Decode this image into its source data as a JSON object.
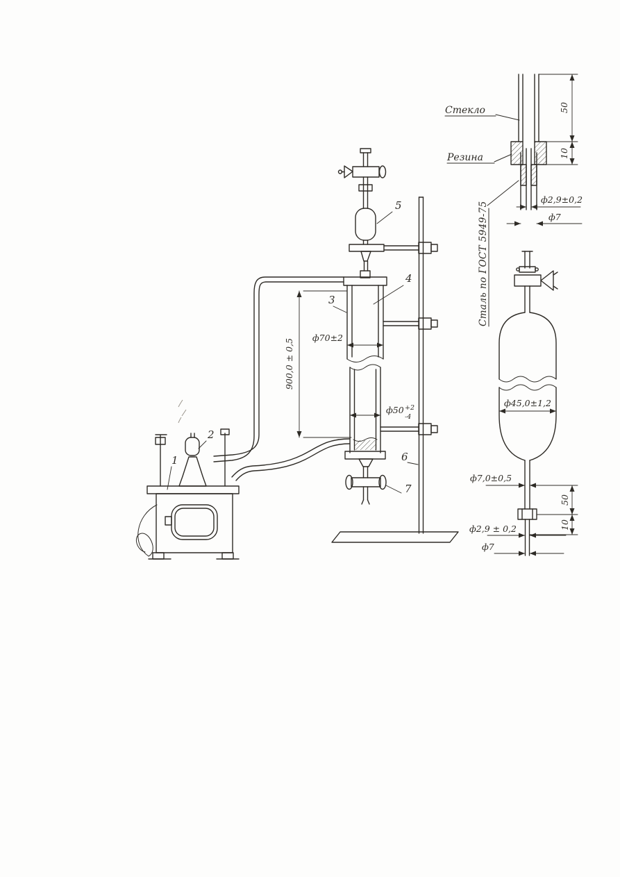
{
  "drawing": {
    "paper_color": "#fdfdfc",
    "ink_color": "#2e2b26"
  },
  "main_view": {
    "part_numbers": {
      "p1": "1",
      "p2": "2",
      "p3": "3",
      "p4": "4",
      "p5": "5",
      "p6": "6",
      "p7": "7"
    },
    "dims": {
      "tube_diameter": "ф70±2",
      "tube_height": "900,0 ± 0,5",
      "lower_tube_diameter": "ф50",
      "lower_tube_tol_plus": "+2",
      "lower_tube_tol_minus": "-4"
    }
  },
  "tube_joint_detail": {
    "label_glass": "Стекло",
    "label_rubber": "Резина",
    "label_steel": "Сталь по ГОСТ 5949-75",
    "dims": {
      "glass_length": "50",
      "rubber_length": "10",
      "bore_diameter": "ф2,9±0,2",
      "outer_diameter": "ф7"
    }
  },
  "ampoule_detail": {
    "dims": {
      "bulb_diameter": "ф45,0±1,2",
      "neck_diameter": "ф7,0±0,5",
      "neck_length": "50",
      "bore_diameter": "ф2,9 ± 0,2",
      "tip_length": "10",
      "tip_outer_diameter": "ф7"
    }
  }
}
